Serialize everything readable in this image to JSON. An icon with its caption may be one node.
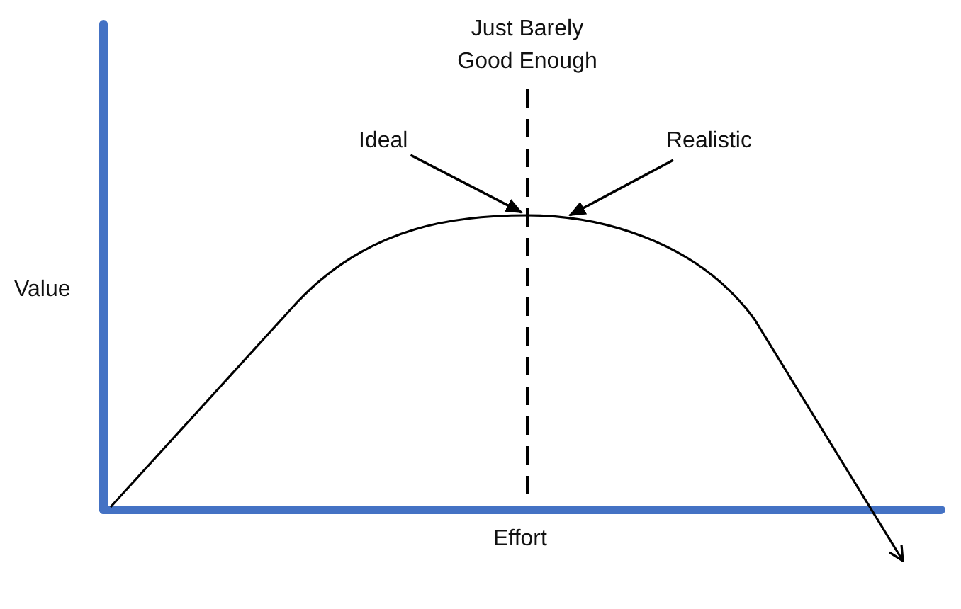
{
  "diagram": {
    "nodes": [
      {
        "text": [
          "Ideal"
        ]
      },
      {
        "text": [
          "Realistic"
        ]
      }
    ],
    "edges": [
      {
        "from": 0,
        "to": null,
        "arrow": "to"
      },
      {
        "from": 1,
        "to": null,
        "arrow": "to"
      }
    ],
    "labels": [
      "Just Barely Good Enough",
      "Value",
      "Effort"
    ]
  }
}
